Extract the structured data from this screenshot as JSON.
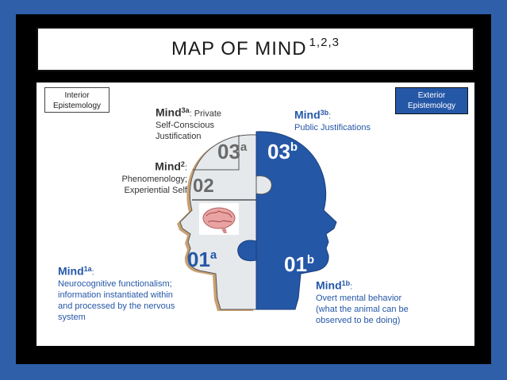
{
  "title": {
    "main": "MAP OF MIND",
    "superscript": "1,2,3"
  },
  "tags": {
    "interior": "Interior Epistemology",
    "exterior": "Exterior Epistemology"
  },
  "labels": {
    "mind3a": {
      "head": "Mind",
      "sup": "3a",
      "suffix": ":",
      "lines": [
        "Private",
        "Self-Conscious",
        "Justification"
      ]
    },
    "mind2": {
      "head": "Mind",
      "sup": "2",
      "suffix": ":",
      "lines": [
        "Phenomenology;",
        "Experiential Self"
      ]
    },
    "mind1a": {
      "head": "Mind",
      "sup": "1a",
      "suffix": ":",
      "lines": [
        "Neurocognitive functionalism;",
        "information instantiated within",
        "and processed by the nervous",
        "system"
      ]
    },
    "mind3b": {
      "head": "Mind",
      "sup": "3b",
      "suffix": ":",
      "lines": [
        "Public Justifications"
      ]
    },
    "mind1b": {
      "head": "Mind",
      "sup": "1b",
      "suffix": ":",
      "lines": [
        "Overt mental behavior",
        "(what the animal can be",
        "observed to be doing)"
      ]
    }
  },
  "regions": {
    "r03a": {
      "num": "03",
      "sup": "a"
    },
    "r02": {
      "num": "02"
    },
    "r01a": {
      "num": "01",
      "sup": "a"
    },
    "r03b": {
      "num": "03",
      "sup": "b"
    },
    "r01b": {
      "num": "01",
      "sup": "b"
    }
  },
  "colors": {
    "blue": "#2557a7",
    "gray": "#e6e9ec",
    "tan": "#c9a173",
    "frame": "#2f5fa8"
  }
}
